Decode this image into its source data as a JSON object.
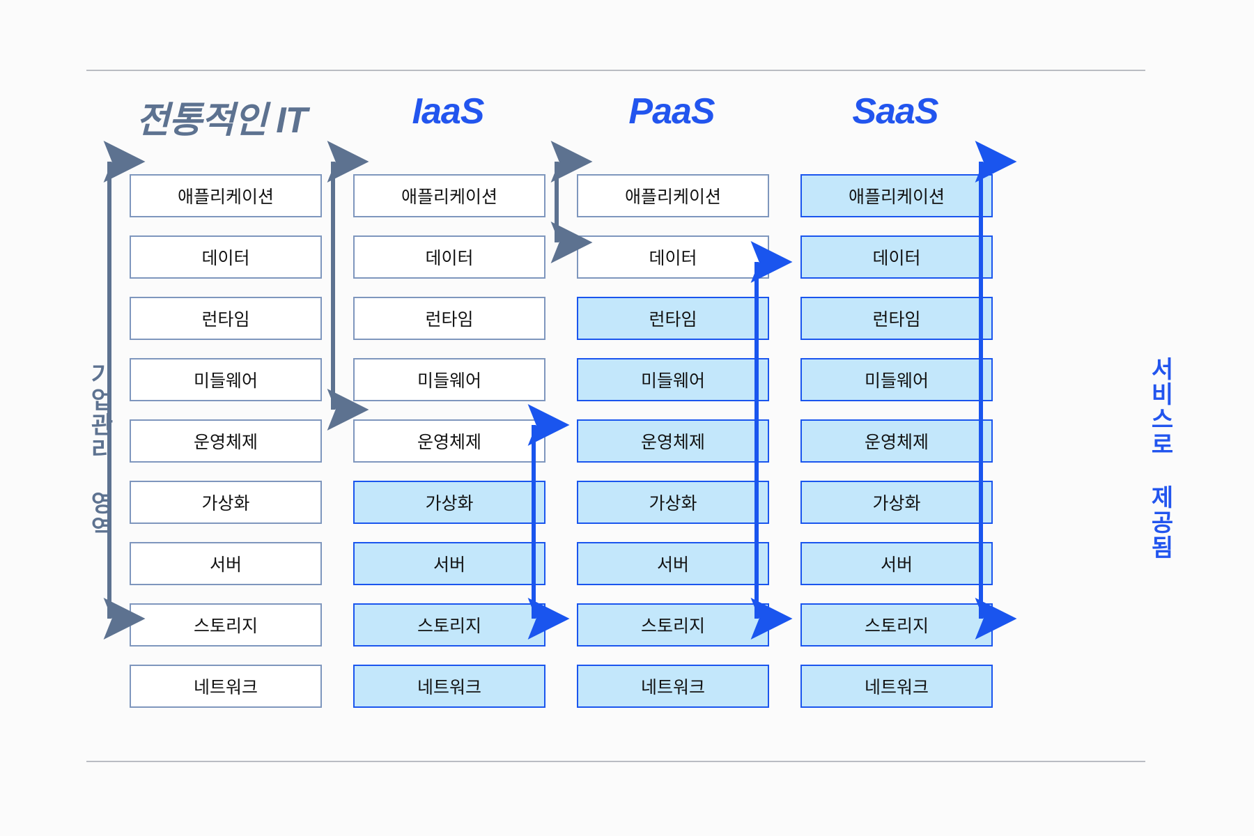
{
  "diagram": {
    "title_traditional": "전통적인 IT",
    "title_iaas": "IaaS",
    "title_paas": "PaaS",
    "title_saas": "SaaS",
    "left_axis_label": "기업관리 영역",
    "right_axis_label": "서비스로 제공됨",
    "colors": {
      "traditional_accent": "#5d7290",
      "cloud_accent": "#2255ee",
      "managed_fill": "#c3e7fb",
      "managed_border": "#1a55ee",
      "self_border": "#7e96bd",
      "self_fill": "#ffffff",
      "rule": "#b9bcc2",
      "page_bg": "#fbfbfb"
    },
    "layers": [
      "애플리케이션",
      "데이터",
      "런타임",
      "미들웨어",
      "운영체제",
      "가상화",
      "서버",
      "스토리지",
      "네트워크"
    ],
    "columns": [
      {
        "key": "traditional",
        "name": "전통적인 IT",
        "title_style": "traditional",
        "managed_by_provider": [
          false,
          false,
          false,
          false,
          false,
          false,
          false,
          false,
          false
        ]
      },
      {
        "key": "iaas",
        "name": "IaaS",
        "title_style": "cloud",
        "managed_by_provider": [
          false,
          false,
          false,
          false,
          false,
          true,
          true,
          true,
          true
        ]
      },
      {
        "key": "paas",
        "name": "PaaS",
        "title_style": "cloud",
        "managed_by_provider": [
          false,
          false,
          true,
          true,
          true,
          true,
          true,
          true,
          true
        ]
      },
      {
        "key": "saas",
        "name": "SaaS",
        "title_style": "cloud",
        "managed_by_provider": [
          true,
          true,
          true,
          true,
          true,
          true,
          true,
          true,
          true
        ]
      }
    ]
  }
}
